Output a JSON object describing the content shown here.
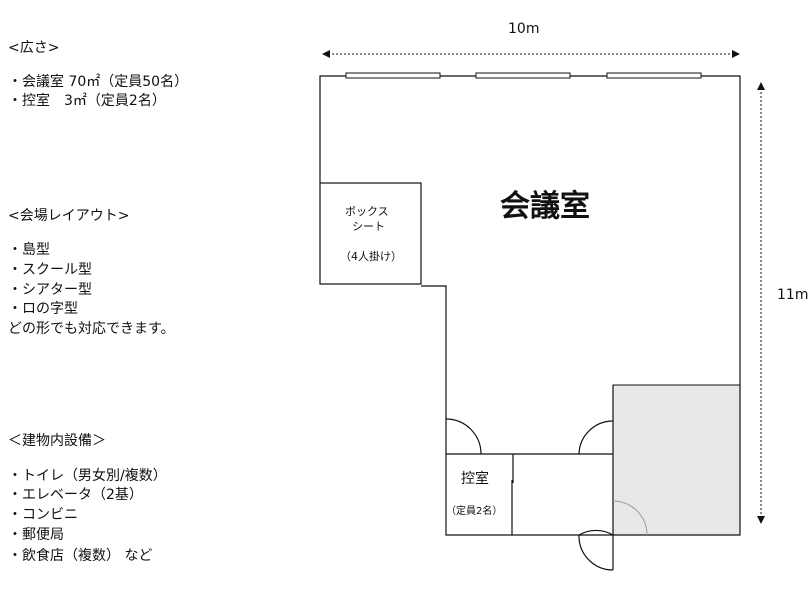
{
  "area": {
    "heading": "<広さ>",
    "items": [
      "・会議室 70㎡（定員50名）",
      "・控室　3㎡（定員2名）"
    ]
  },
  "layout": {
    "heading": "<会場レイアウト>",
    "items": [
      "・島型",
      "・スクール型",
      "・シアター型",
      "・ロの字型"
    ],
    "note": "どの形でも対応できます。"
  },
  "facilities": {
    "heading": "＜建物内設備＞",
    "items": [
      "・トイレ（男女別/複数）",
      "・エレベータ（2基）",
      "・コンビニ",
      "・郵便局",
      "・飲食店（複数） など"
    ]
  },
  "plan": {
    "width_label": "10m",
    "height_label": "11m",
    "main_room": "会議室",
    "box_seat": {
      "line1": "ボックス",
      "line2": "シート",
      "capacity": "（4人掛け）"
    },
    "waiting_room": {
      "name": "控室",
      "capacity": "（定員2名）"
    },
    "gray_fill": "#e8e8e8"
  }
}
